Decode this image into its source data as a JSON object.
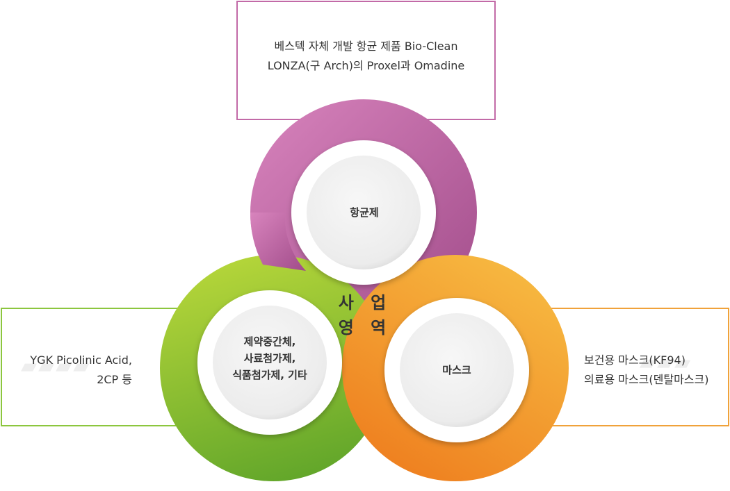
{
  "center_label": {
    "line1": "사 업",
    "line2": "영 역"
  },
  "segments": {
    "top": {
      "label": "항균제",
      "color_light": "#d884bd",
      "color_dark": "#a14c8a",
      "desc": [
        "베스텍 자체 개발 항균 제품 Bio-Clean",
        "LONZA(구 Arch)의 Proxel과 Omadine"
      ]
    },
    "left": {
      "label_lines": [
        "제약중간체,",
        "사료첨가제,",
        "식품첨가제, 기타"
      ],
      "color_light": "#b6d63a",
      "color_dark": "#62a62a",
      "desc": [
        "YGK Picolinic Acid,",
        "2CP 등"
      ]
    },
    "right": {
      "label": "마스크",
      "color_light": "#f7bb42",
      "color_dark": "#ee7d1e",
      "desc": [
        "보건용 마스크(KF94)",
        "의료용 마스크(덴탈마스크)"
      ]
    }
  }
}
